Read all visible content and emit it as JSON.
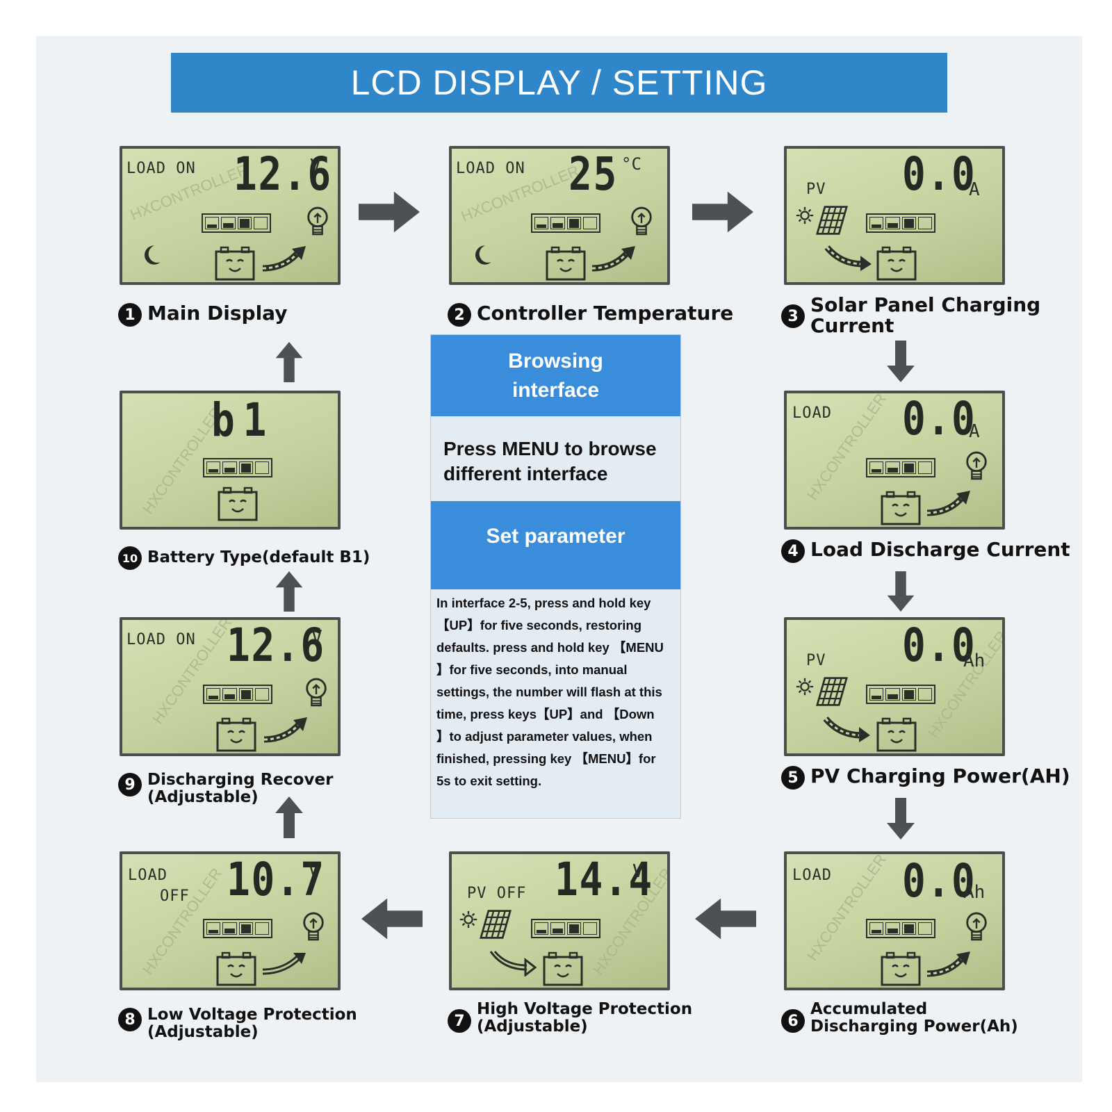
{
  "banner": {
    "title": "LCD DISPLAY / SETTING"
  },
  "watermark": "HXCONTROLLER",
  "screens": {
    "s1": {
      "label": "LOAD ON",
      "value": "12.6",
      "unit": "V"
    },
    "s2": {
      "label": "LOAD ON",
      "value": "25",
      "unit": "°C"
    },
    "s3": {
      "label": "PV",
      "value": "0.0",
      "unit": "A"
    },
    "s4": {
      "label": "LOAD",
      "value": "0.0",
      "unit": "A"
    },
    "s5": {
      "label": "PV",
      "value": "0.0",
      "unit": "Ah"
    },
    "s6": {
      "label": "LOAD",
      "value": "0.0",
      "unit": "Ah"
    },
    "s7": {
      "label": "PV OFF",
      "value": "14.4",
      "unit": "V"
    },
    "s8": {
      "label": "LOAD",
      "label2": "OFF",
      "value": "10.7",
      "unit": "V"
    },
    "s9": {
      "label": "LOAD ON",
      "value": "12.6",
      "unit": "V"
    },
    "s10": {
      "value": "b1"
    }
  },
  "captions": {
    "c1": {
      "num": "1",
      "text": "Main Display"
    },
    "c2": {
      "num": "2",
      "text": "Controller Temperature"
    },
    "c3": {
      "num": "3",
      "line1": "Solar Panel Charging",
      "line2": "Current"
    },
    "c4": {
      "num": "4",
      "text": "Load Discharge Current"
    },
    "c5": {
      "num": "5",
      "text": "PV Charging Power(AH)"
    },
    "c6": {
      "num": "6",
      "line1": "Accumulated",
      "line2": "Discharging Power(Ah)"
    },
    "c7": {
      "num": "7",
      "line1": "High Voltage Protection",
      "line2": "(Adjustable)"
    },
    "c8": {
      "num": "8",
      "line1": "Low Voltage Protection",
      "line2": "(Adjustable)"
    },
    "c9": {
      "num": "9",
      "line1": "Discharging Recover",
      "line2": "(Adjustable)"
    },
    "c10": {
      "num": "10",
      "text": "Battery Type(default B1)"
    }
  },
  "info": {
    "browsing_line1": "Browsing",
    "browsing_line2": "interface",
    "press_line1": "Press MENU to browse",
    "press_line2": "different interface",
    "set_title": "Set parameter",
    "lines": [
      "In interface 2-5, press and hold key",
      "【UP】for five seconds, restoring",
      "defaults. press and hold  key 【MENU",
      "】for five seconds, into manual",
      "settings, the number will flash at this",
      "time, press keys【UP】and  【Down",
      "】to adjust  parameter values, when",
      "finished, pressing  key  【MENU】for",
      "5s to exit  setting."
    ]
  },
  "colors": {
    "banner": "#2f86c8",
    "info_header": "#3a8ddb",
    "lcd": "#c9d4a3",
    "arrow": "#4d5154"
  }
}
